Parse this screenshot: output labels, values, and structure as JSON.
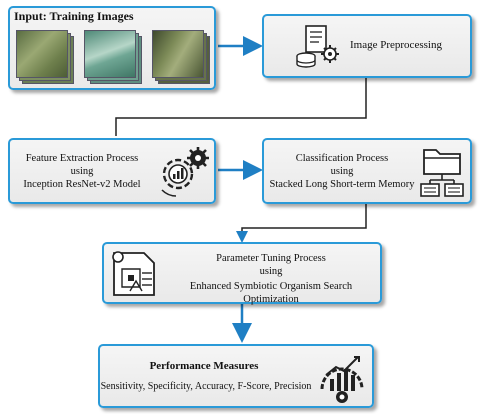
{
  "input": {
    "title": "Input: Training Images"
  },
  "preprocess": {
    "label": "Image Preprocessing"
  },
  "feature": {
    "line1": "Feature Extraction Process",
    "line2": "using",
    "line3": "Inception ResNet-v2 Model"
  },
  "classification": {
    "line1": "Classification Process",
    "line2": "using",
    "line3": "Stacked Long Short-term Memory"
  },
  "tuning": {
    "line1": "Parameter Tuning Process",
    "line2": "using",
    "line3": "Enhanced Symbiotic Organism Search Optimization"
  },
  "performance": {
    "title": "Performance Measures",
    "metrics": "Sensitivity, Specificity, Accuracy, F-Score, Precision"
  },
  "colors": {
    "border": "#2a9ad8",
    "arrow": "#1f7fc4",
    "connector": "#222222"
  },
  "icons": [
    "image-stack-icon",
    "document-gear-icon",
    "gears-chart-icon",
    "folder-tree-icon",
    "blueprint-icon",
    "chart-gauge-icon"
  ]
}
